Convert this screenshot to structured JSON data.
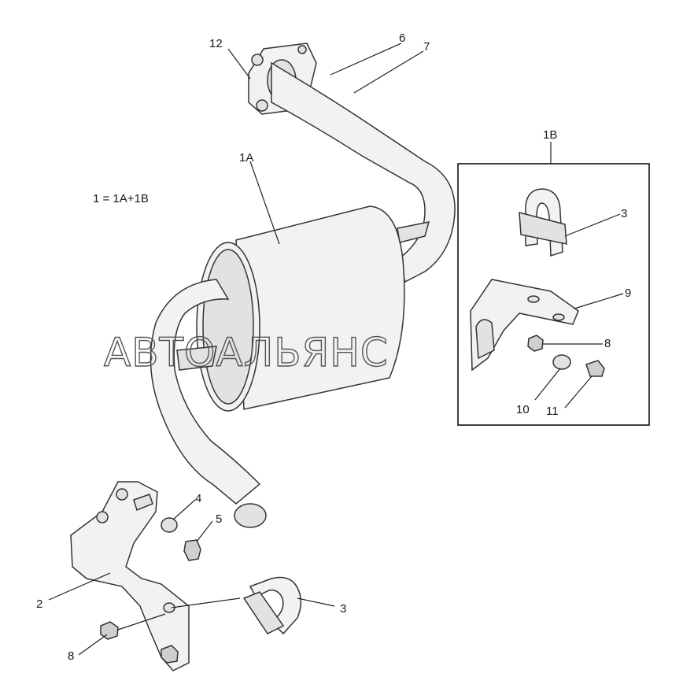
{
  "diagram": {
    "formula": "1 = 1A+1B",
    "callouts": {
      "c12": "12",
      "c6": "6",
      "c7": "7",
      "c1A": "1A",
      "c1B": "1B",
      "c3a": "3",
      "c9": "9",
      "c8a": "8",
      "c10": "10",
      "c11": "11",
      "c4": "4",
      "c5": "5",
      "c2": "2",
      "c3b": "3",
      "c8b": "8"
    },
    "watermark": "АВТОАЛЬЯНС"
  }
}
